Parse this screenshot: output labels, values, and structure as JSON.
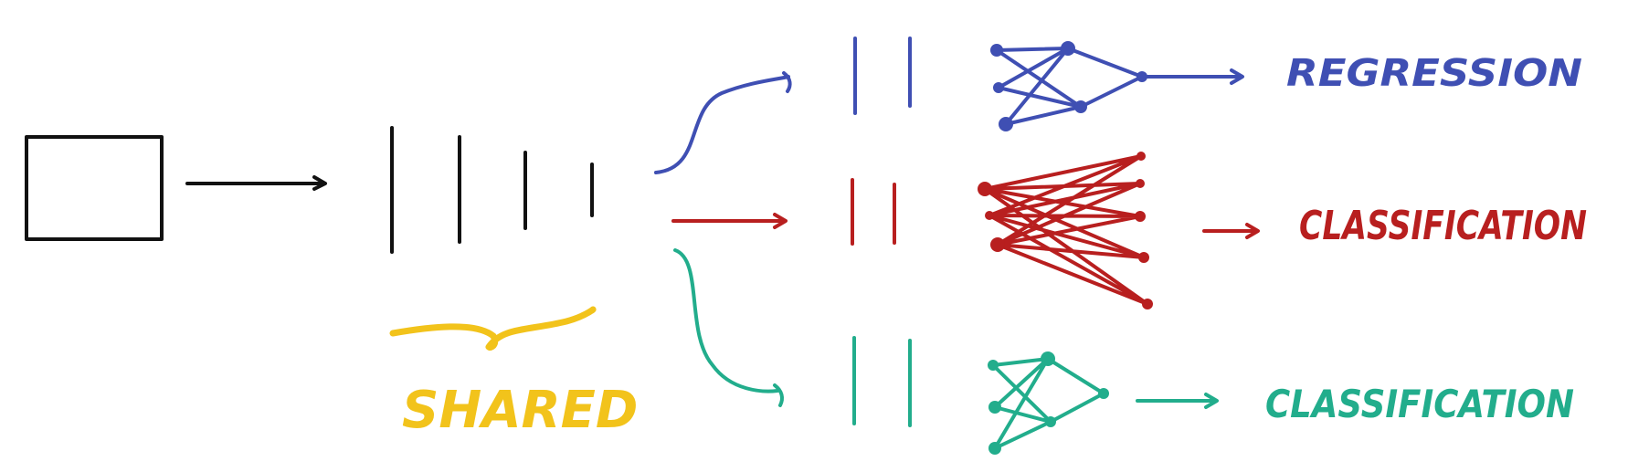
{
  "colors": {
    "ink": "#111111",
    "shared": "#f2c31b",
    "head_blue": "#3f4fb3",
    "head_red": "#b81f1f",
    "head_green": "#22ad8c"
  },
  "shared_label": "SHARED",
  "heads": [
    {
      "color": "#3f4fb3",
      "label": "REGRESSION"
    },
    {
      "color": "#b81f1f",
      "label": "CLASSIFICATION"
    },
    {
      "color": "#22ad8c",
      "label": "CLASSIFICATION"
    }
  ]
}
